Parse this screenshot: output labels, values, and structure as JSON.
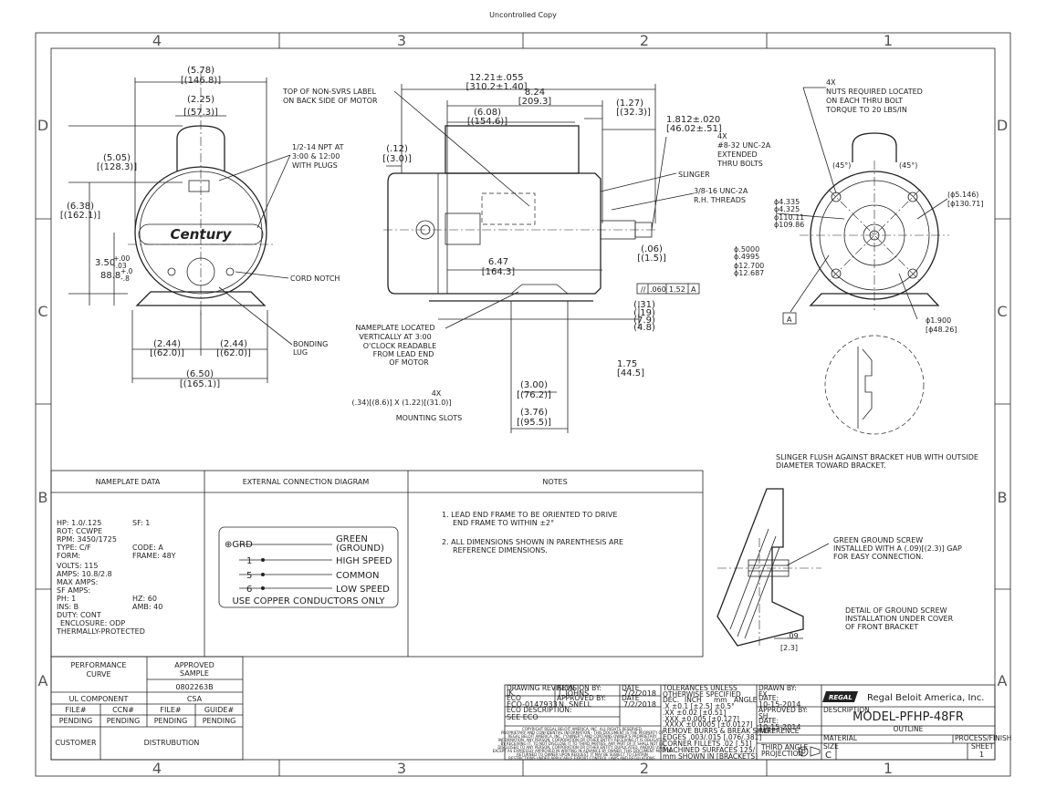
{
  "header": {
    "watermark": "Uncontrolled Copy"
  },
  "zones": {
    "cols": [
      "4",
      "3",
      "2",
      "1"
    ],
    "rows": [
      "D",
      "C",
      "B",
      "A"
    ]
  },
  "front_view": {
    "dim_top_in": "(5.78)",
    "dim_top_mm": "[(146.8)]",
    "dim_225_in": "(2.25)",
    "dim_225_mm": "[(57.3)]",
    "dim_505_in": "(5.05)",
    "dim_505_mm": "[(128.3)]",
    "dim_638_in": "(6.38)",
    "dim_638_mm": "[(162.1)]",
    "dim_350_in": "3.50",
    "dim_350_tol_p": "+.00",
    "dim_350_tol_m": "-.03",
    "dim_350_mm": "88.8",
    "dim_350_mm_tol_p": "+.0",
    "dim_350_mm_tol_m": "-.8",
    "dim_244a_in": "(2.44)",
    "dim_244a_mm": "[(62.0)]",
    "dim_244b_in": "(2.44)",
    "dim_244b_mm": "[(62.0)]",
    "dim_650_in": "(6.50)",
    "dim_650_mm": "[(165.1)]",
    "npt_note": [
      "1/2-14 NPT AT",
      "3:00 & 12:00",
      "WITH PLUGS"
    ],
    "cord_notch": "CORD NOTCH",
    "bonding_lug": [
      "BONDING",
      "LUG"
    ],
    "brand": "Century"
  },
  "side_view": {
    "label_note": [
      "TOP OF NON-SVRS LABEL",
      "ON BACK SIDE OF MOTOR"
    ],
    "dim_1221_in": "12.21±.055",
    "dim_1221_mm": "[310.2±1.40]",
    "dim_824_in": "8.24",
    "dim_824_mm": "[209.3]",
    "dim_608_in": "(6.08)",
    "dim_608_mm": "[(154.6)]",
    "dim_127_in": "(1.27)",
    "dim_127_mm": "[(32.3)]",
    "dim_1812_in": "1.812±.020",
    "dim_1812_mm": "[46.02±.51]",
    "dim_12_in": "(.12)",
    "dim_12_mm": "[(3.0)]",
    "thru_bolts": [
      "4X",
      "#8-32 UNC-2A",
      "EXTENDED",
      "THRU BOLTS"
    ],
    "slinger": "SLINGER",
    "threads": [
      "3/8-16 UNC-2A",
      "R.H. THREADS"
    ],
    "dim_06_in": "(.06)",
    "dim_06_mm": "[(1.5)]",
    "dim_647_in": "6.47",
    "dim_647_mm": "[164.3]",
    "shaft_dia": [
      "ϕ.5000",
      "ϕ.4995"
    ],
    "shaft_dia_mm": [
      "ϕ12.700",
      "ϕ12.687"
    ],
    "runout": [
      "//",
      ".060",
      "1.52",
      "A"
    ],
    "dim_31": "(.31)",
    "dim_19": "(.19)",
    "dim_79": "(7.9)",
    "dim_48": "(4.8)",
    "nameplate_note": [
      "NAMEPLATE LOCATED",
      "VERTICALLY AT 3:00",
      "O'CLOCK READABLE",
      "FROM LEAD END",
      "OF MOTOR"
    ],
    "dim_175_in": "1.75",
    "dim_175_mm": "[44.5]",
    "dim_300_in": "(3.00)",
    "dim_300_mm": "[(76.2)]",
    "dim_376_in": "(3.76)",
    "dim_376_mm": "[(95.5)]",
    "slots": [
      "4X",
      "(.34)[(8.6)] X (1.22)[(31.0)]",
      "MOUNTING SLOTS"
    ]
  },
  "end_view": {
    "nuts_note": [
      "4X",
      "NUTS REQUIRED LOCATED",
      "ON EACH THRU BOLT",
      "TORQUE TO 20 LBS/IN"
    ],
    "angle_a": "(45°)",
    "angle_b": "(45°)",
    "dia_5146": "(ϕ5.146)",
    "dia_13071": "[ϕ130.71]",
    "dia_4335": "ϕ4.335",
    "dia_4325": "ϕ4.325",
    "dia_11011": "ϕ110.11",
    "dia_10986": "ϕ109.86",
    "datum": "A",
    "dia_1900": "ϕ1.900",
    "dia_4826": "[ϕ48.26]",
    "slinger_note": [
      "SLINGER FLUSH AGAINST BRACKET HUB WITH OUTSIDE",
      "DIAMETER TOWARD BRACKET."
    ]
  },
  "detail": {
    "green_note": [
      "GREEN GROUND SCREW",
      "INSTALLED WITH A (.09)[(2.3)] GAP",
      "FOR EASY CONNECTION."
    ],
    "detail_note": [
      "DETAIL OF GROUND SCREW",
      "INSTALLATION UNDER COVER",
      "OF FRONT BRACKET"
    ],
    "dim_09": ".09",
    "dim_23": "[2.3]"
  },
  "nameplate": {
    "title": "NAMEPLATE DATA",
    "lines": [
      "HP: 1.0/.125",
      "ROT: CCWPE",
      "RPM: 3450/1725",
      "TYPE: C/F",
      "FORM:",
      "VOLTS: 115",
      "AMPS: 10.8/2.8",
      "MAX AMPS:",
      "SF AMPS:",
      "PH: 1",
      "INS: B",
      "DUTY: CONT",
      "ENCLOSURE: ODP",
      "THERMALLY-PROTECTED"
    ],
    "right": [
      "SF: 1",
      "CODE: A",
      "FRAME: 48Y",
      "HZ: 60",
      "AMB: 40"
    ]
  },
  "connection": {
    "title": "EXTERNAL CONNECTION DIAGRAM",
    "rows": [
      {
        "id": "⊕GRD",
        "label": "GREEN",
        "label2": "(GROUND)"
      },
      {
        "id": "1",
        "label": "HIGH SPEED"
      },
      {
        "id": "5",
        "label": "COMMON"
      },
      {
        "id": "6",
        "label": "LOW SPEED"
      }
    ],
    "footer": "USE COPPER CONDUCTORS ONLY"
  },
  "notes": {
    "title": "NOTES",
    "items": [
      "1. LEAD END FRAME TO BE ORIENTED TO DRIVE",
      "END FRAME TO WITHIN ±2°",
      "2. ALL DIMENSIONS SHOWN IN PARENTHESIS ARE",
      "REFERENCE DIMENSIONS."
    ]
  },
  "approval": {
    "perf": [
      "PERFORMANCE",
      "CURVE"
    ],
    "approved": [
      "APPROVED",
      "SAMPLE"
    ],
    "sample_no": "0802263B",
    "ul": "UL COMPONENT",
    "csa": "CSA",
    "heads": [
      "FILE#",
      "CCN#",
      "FILE#",
      "GUIDE#"
    ],
    "vals": [
      "PENDING",
      "PENDING",
      "PENDING",
      "PENDING"
    ],
    "customer": "CUSTOMER",
    "distribution": "DISTRUBUTION"
  },
  "title_block": {
    "rev_label": "DRAWING REVISION",
    "rev": "JK",
    "eco_label": "ECO",
    "eco": "ECO-0147933",
    "eco_desc_label": "ECO DESCRIPTION:",
    "eco_desc": "SEE ECO",
    "rev_by_label": "REVISION BY:",
    "rev_by": "J. JOHNS",
    "approved_label": "APPROVED BY:",
    "approved": "N. SNELL",
    "date_label": "DATE",
    "date1": "7/2/2018",
    "date2": "7/2/2018",
    "tol_title": [
      "TOLERANCES UNLESS",
      "OTHERWISE SPECIFIED"
    ],
    "tol_head": [
      "DEC.",
      "INCH",
      "mm",
      "ANGLE"
    ],
    "tol_rows": [
      ".X   ±0.1   [±2.5]   ±0.5°",
      ".XX   ±0.02   [±0.51]",
      ".XXX   ±0.005   [±0.127]",
      ".XXXX   ±0.0005   [±0.0127]"
    ],
    "tol_more": [
      "REMOVE BURRS & BREAK SHARP",
      "EDGES .003/.015 [.076/.381]",
      "CORNER FILLETS .02 [.51]",
      "MACHINED SURFACES   125/",
      "mm SHOWN IN [BRACKETS]"
    ],
    "drawn_label": "DRAWN BY:",
    "drawn": "FX",
    "drawn_date_label": "DATE:",
    "drawn_date": "10-15-2014",
    "appr_label": "APPROVED BY:",
    "appr": "SH",
    "appr_date_label": "DATE:",
    "appr_date": "10-15-2014",
    "third_angle": [
      "THIRD ANGLE",
      "PROJECTION"
    ],
    "company_logo": "REGAL",
    "company": "Regal Beloit America, Inc.",
    "description_label": "DESCRIPTION",
    "model": "MODEL-PFHP-48FR",
    "outline": "OUTLINE",
    "reference_label": "REFERENCE",
    "material_label": "MATERIAL",
    "process_label": "PROCESS/FINISH",
    "size_label": "SIZE",
    "size": "C",
    "sheet_label": "SHEET",
    "sheet": "1",
    "copyright": [
      "COPYRIGHT REGAL BELOIT AMERICA, INC. ALL RIGHTS RESERVED.",
      "PROPRIETARY AND CONFIDENTIAL INFORMATION - THIS DOCUMENT IS THE PROPERTY OF",
      "REGAL BELOIT AMERICA, INC. (\"OWNER\") AND CONTAINS OWNER'S PROPRIETARY",
      "INFORMATION. ANY PERSON, CORPORATION OR OTHER ENTITY RECEIVING IT IS OBLIGATED,",
      "BY RECEIVING IT, TO NOT DISCLOSE IT TO THIRD PARTIES. ANY PART OF IT SHALL NOT BE",
      "DISCLOSED TO ANY PERSON, CORPORATION OR OTHER ENTITY. DUPLICATED, AND/OR USED,",
      "EXCEPT AS EXPRESSLY APPROVED IN WRITING IN ADVANCE BY OWNER. THIS DOCUMENT MUST BE",
      "RETURNED TO OWNER UPON REQUEST. IT MAY BE SUBJECT TO CERTAIN",
      "RESTRICTIONS UNDER APPLICABLE EXPORT CONTROL LAWS AND REGULATIONS."
    ]
  }
}
